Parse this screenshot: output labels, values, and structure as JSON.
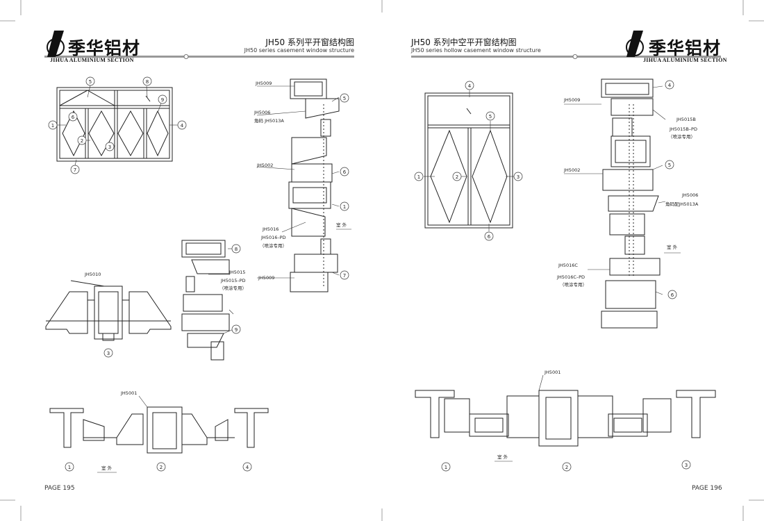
{
  "left_page": {
    "logo_cn": "季华铝材",
    "logo_en": "JIHUA ALUMINIUM SECTION",
    "title_cn": "JH50 系列平开窗结构图",
    "title_en": "JH50 series casement window structure",
    "page": "PAGE 195"
  },
  "right_page": {
    "logo_cn": "季华铝材",
    "logo_en": "JIHUA ALUMINIUM SECTION",
    "title_cn": "JH50 系列中空平开窗结构图",
    "title_en": "JH50 series hollow casement window structure",
    "page": "PAGE 196"
  },
  "labels": {
    "jh5009": "JH5009",
    "jh5006": "JH5006",
    "jiaoma_5013a": "角码 JH5013A",
    "jh5002": "JH5002",
    "jh5016": "JH5016",
    "jh5016pd": "JH5016–PD",
    "penqu": "（喷涂专用）",
    "shiwai": "室 外",
    "jh5010": "JH5010",
    "jh5015": "JH5015",
    "jh5015pd": "JH5015–PD",
    "jh5001": "JH5001",
    "jh5015b": "JH5015B",
    "jh5015bpd": "JH5015B–PD",
    "jiaoma_pei": "角码配JH5013A",
    "jh5016c": "JH5016C",
    "jh5016cpd": "JH5016C–PD"
  },
  "numbers": [
    "1",
    "2",
    "3",
    "4",
    "5",
    "6",
    "7",
    "8",
    "9"
  ]
}
